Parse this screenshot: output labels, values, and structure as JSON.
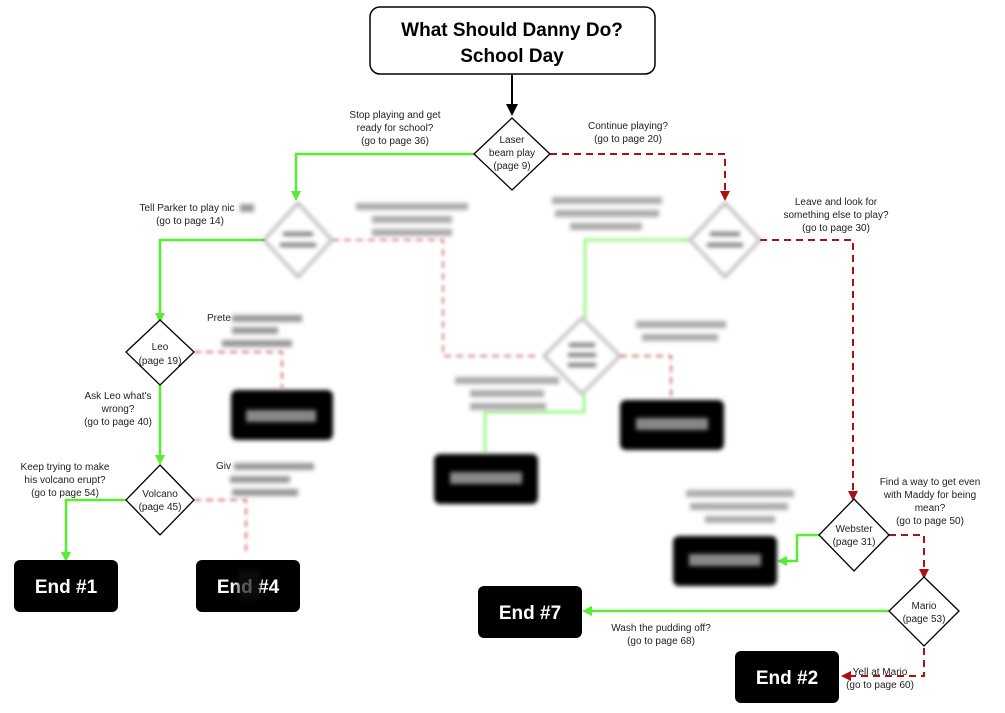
{
  "title": {
    "line1": "What Should Danny Do?",
    "line2": "School Day"
  },
  "colors": {
    "green": "#55ee33",
    "red": "#aa1111",
    "end_fill": "#000000",
    "end_text": "#ffffff"
  },
  "nodes": {
    "laser": {
      "name": "Laser",
      "line2": "beam play",
      "page": "(page 9)"
    },
    "leo": {
      "name": "Leo",
      "page": "(page 19)"
    },
    "volcano": {
      "name": "Volcano",
      "page": "(page 45)"
    },
    "webster": {
      "name": "Webster",
      "page": "(page 31)"
    },
    "mario": {
      "name": "Mario",
      "page": "(page 53)"
    }
  },
  "ends": {
    "end1": "End #1",
    "end7": "End #7",
    "end2": "End #2",
    "end4_partial": "End #4"
  },
  "labels": {
    "stop_playing": {
      "l1": "Stop playing and get",
      "l2": "ready for school?",
      "l3": "(go to page 36)"
    },
    "continue_playing": {
      "l1": "Continue playing?",
      "l2": "(go to page 20)"
    },
    "tell_parker": {
      "l1": "Tell Parker to play nic",
      "l2": "(go to page 14)"
    },
    "leave_look": {
      "l1": "Leave and look for",
      "l2": "something else to play?",
      "l3": "(go to page 30)"
    },
    "pretend": {
      "l1": "Prete"
    },
    "ask_leo": {
      "l1": "Ask Leo what's",
      "l2": "wrong?",
      "l3": "(go to page 40)"
    },
    "keep_trying": {
      "l1": "Keep trying to make",
      "l2": "his volcano erupt?",
      "l3": "(go to page 54)"
    },
    "give": {
      "l1": "Giv"
    },
    "find_way": {
      "l1": "Find a way to get even",
      "l2": "with Maddy for being",
      "l3": "mean?",
      "l4": "(go to page 50)"
    },
    "wash": {
      "l1": "Wash the pudding off?",
      "l2": "(go to page 68)"
    },
    "yell": {
      "l1": "Yell at Mario",
      "l2": "(go to page 60)"
    }
  }
}
